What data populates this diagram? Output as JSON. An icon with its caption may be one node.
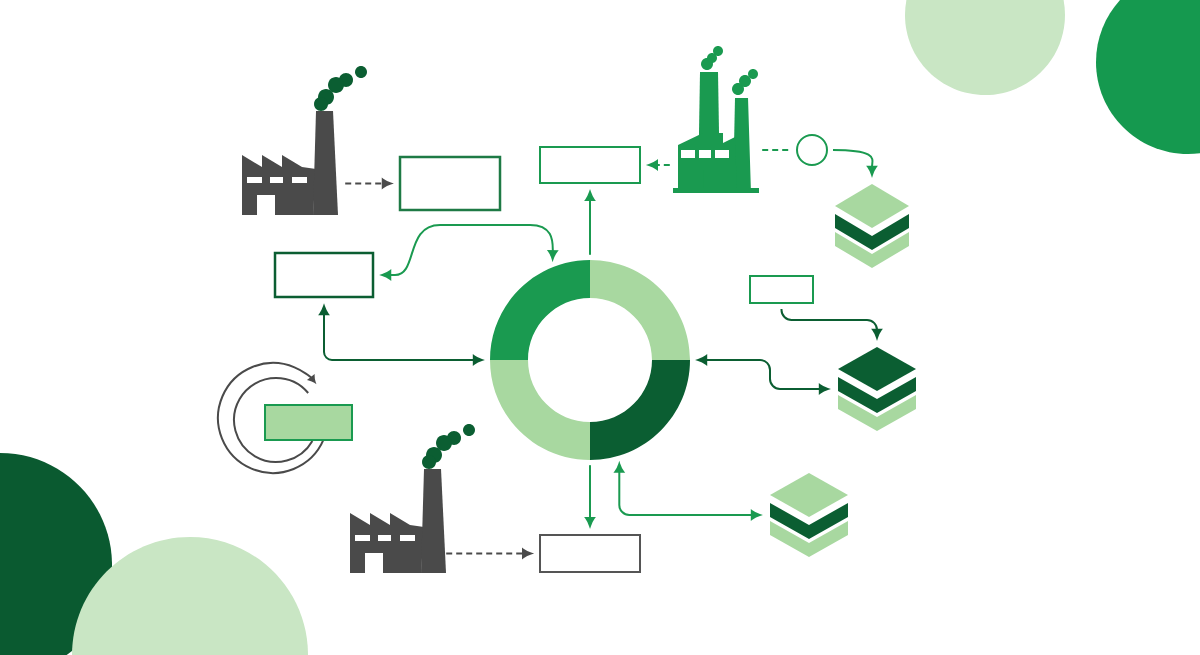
{
  "diagram": {
    "nodes": [
      {
        "text": [],
        "shape": "picture"
      },
      {
        "text": [],
        "shape": "box"
      },
      {
        "text": [],
        "shape": "box"
      },
      {
        "text": [],
        "shape": "picture"
      },
      {
        "text": [],
        "shape": "circle"
      },
      {
        "text": [],
        "shape": "picture"
      },
      {
        "text": [],
        "shape": "box"
      },
      {
        "text": [],
        "shape": "circle"
      },
      {
        "text": [],
        "shape": "box"
      },
      {
        "text": [],
        "shape": "picture"
      },
      {
        "text": [],
        "shape": "box"
      },
      {
        "text": [],
        "shape": "picture"
      },
      {
        "text": [],
        "shape": "box"
      },
      {
        "text": [],
        "shape": "picture"
      }
    ],
    "edges": [
      {
        "from": 0,
        "to": 1,
        "arrow": "to",
        "style": "dashed",
        "color": "#4a4a4a"
      },
      {
        "from": 3,
        "to": 2,
        "arrow": "to",
        "style": "dashed"
      },
      {
        "from": 3,
        "to": 4,
        "arrow": "none",
        "style": "dashed"
      },
      {
        "from": 4,
        "to": 5,
        "arrow": "to"
      },
      {
        "from": 7,
        "to": 2,
        "arrow": "to"
      },
      {
        "from": 6,
        "to": 7,
        "arrow": "both"
      },
      {
        "from": 6,
        "to": 7,
        "arrow": "both",
        "color": "#0b5e32"
      },
      {
        "from": 8,
        "to": 9,
        "arrow": "to",
        "color": "#0b5e32"
      },
      {
        "from": 7,
        "to": 9,
        "arrow": "both",
        "color": "#0b5e32"
      },
      {
        "from": 7,
        "to": 12,
        "arrow": "to"
      },
      {
        "from": 7,
        "to": 13,
        "arrow": "both"
      },
      {
        "from": 11,
        "to": 12,
        "arrow": "to",
        "style": "dashed",
        "color": "#4a4a4a"
      }
    ]
  }
}
